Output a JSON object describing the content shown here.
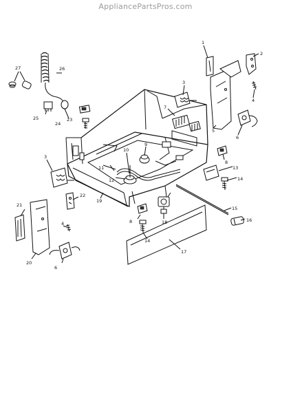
{
  "site_watermark": "AppliancePartsPros.com",
  "diagram": {
    "callouts": [
      "1",
      "2",
      "3",
      "4",
      "5",
      "6",
      "7",
      "8",
      "9",
      "10",
      "11",
      "12",
      "13",
      "14",
      "15",
      "16",
      "17",
      "18",
      "19",
      "20",
      "21",
      "22",
      "23",
      "24",
      "25",
      "26",
      "27"
    ]
  }
}
